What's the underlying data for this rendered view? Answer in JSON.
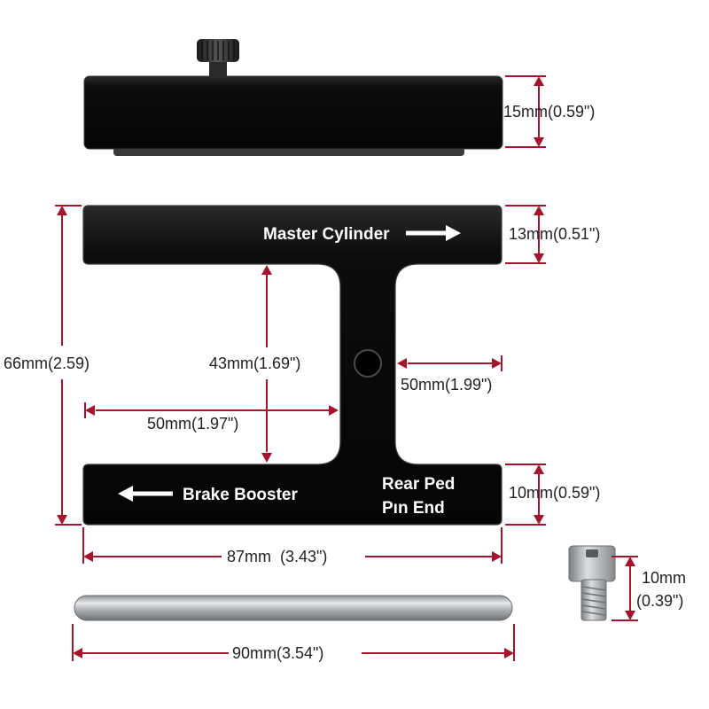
{
  "colors": {
    "dimension_line": "#a8122a",
    "part_body": "#0a0a0a",
    "part_label": "#ffffff",
    "dimension_text": "#222222",
    "steel": "#b9bcbf"
  },
  "top_view": {
    "thickness": "15mm(0.59\")"
  },
  "bracket": {
    "labels": {
      "master_cylinder": "Master Cylinder",
      "brake_booster": "Brake Booster",
      "rear_line1": "Rear Ped",
      "rear_line2": "Pın End"
    },
    "dimensions": {
      "total_height": "66mm(2.59)",
      "top_bar_height": "13mm(0.51\")",
      "slot_height": "43mm(1.69\")",
      "right_slot_width": "50mm(1.99\")",
      "left_slot_width": "50mm(1.97\")",
      "bottom_bar_height": "10mm(0.59\")",
      "total_width": "87mm  (3.43\")"
    }
  },
  "pin": {
    "length": "90mm(3.54\")"
  },
  "bolt": {
    "size_line1": "10mm",
    "size_line2": "(0.39\")"
  },
  "icons": [
    "arrow-right-icon",
    "arrow-left-icon"
  ]
}
